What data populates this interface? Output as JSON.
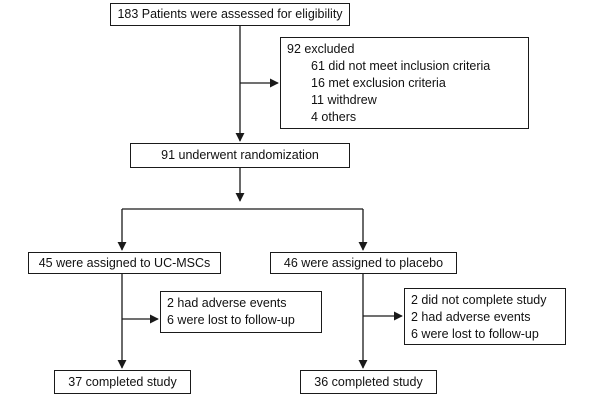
{
  "assessed": "183 Patients were assessed for eligibility",
  "excluded": {
    "title": "92 excluded",
    "reasons": [
      "61 did not meet inclusion criteria",
      "16 met exclusion criteria",
      "11 withdrew",
      "4 others"
    ]
  },
  "randomized": "91 underwent  randomization",
  "arms": [
    {
      "assigned": "45 were assigned to UC-MSCs",
      "events": [
        "2 had adverse events",
        "6 were lost to follow-up"
      ],
      "completed": "37 completed study"
    },
    {
      "assigned": "46 were assigned to placebo",
      "events": [
        "2 did not complete study",
        "2 had adverse events",
        "6 were lost to follow-up"
      ],
      "completed": "36 completed study"
    }
  ]
}
